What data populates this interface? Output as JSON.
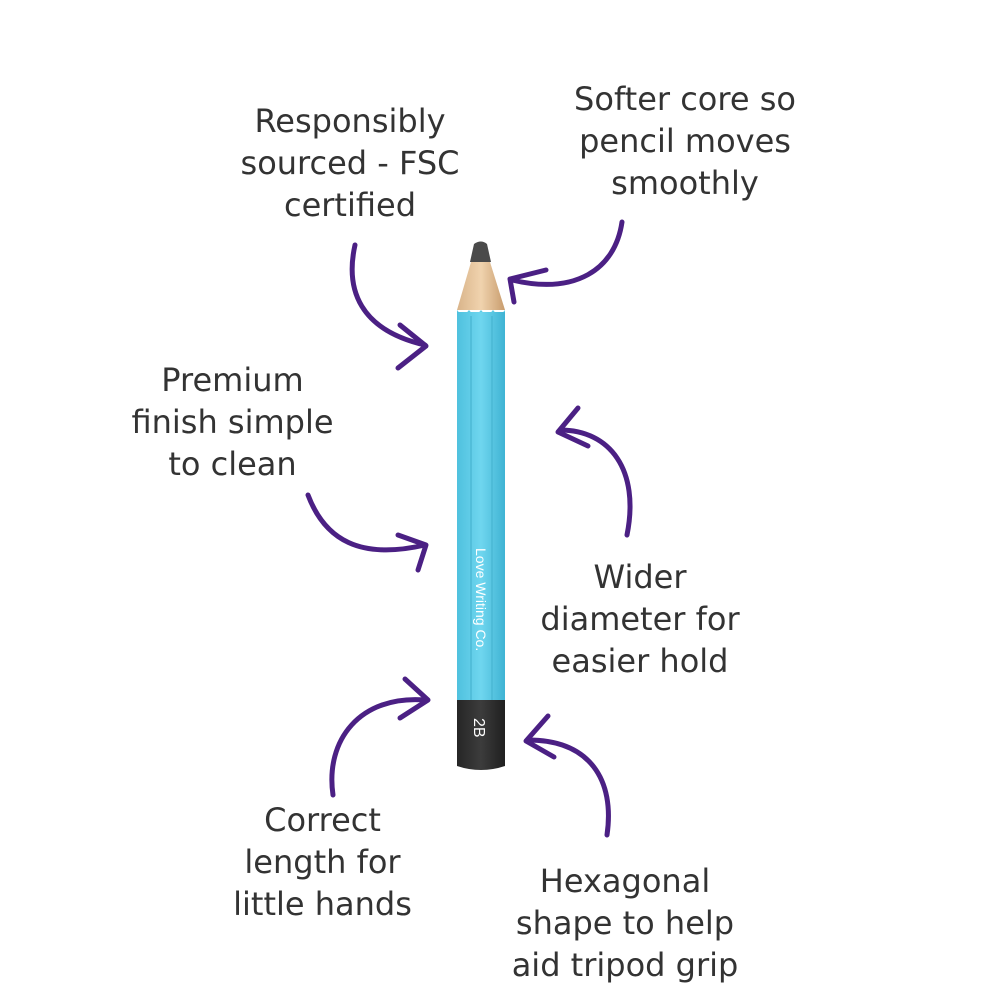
{
  "callouts": {
    "sourced": "Responsibly\nsourced - FSC\ncertified",
    "softer": "Softer core so\npencil moves\nsmoothly",
    "premium": "Premium\nfinish simple\nto clean",
    "wider": "Wider\ndiameter for\neasier hold",
    "length": "Correct\nlength for\nlittle hands",
    "hexagonal": "Hexagonal\nshape to help\naid tripod grip"
  },
  "pencil": {
    "brand": "Love Writing Co.",
    "grade": "2B",
    "body_color": "#5bcbe6",
    "cap_color": "#2f2f2f"
  },
  "arrow_color": "#4b2084",
  "text_color": "#333333"
}
